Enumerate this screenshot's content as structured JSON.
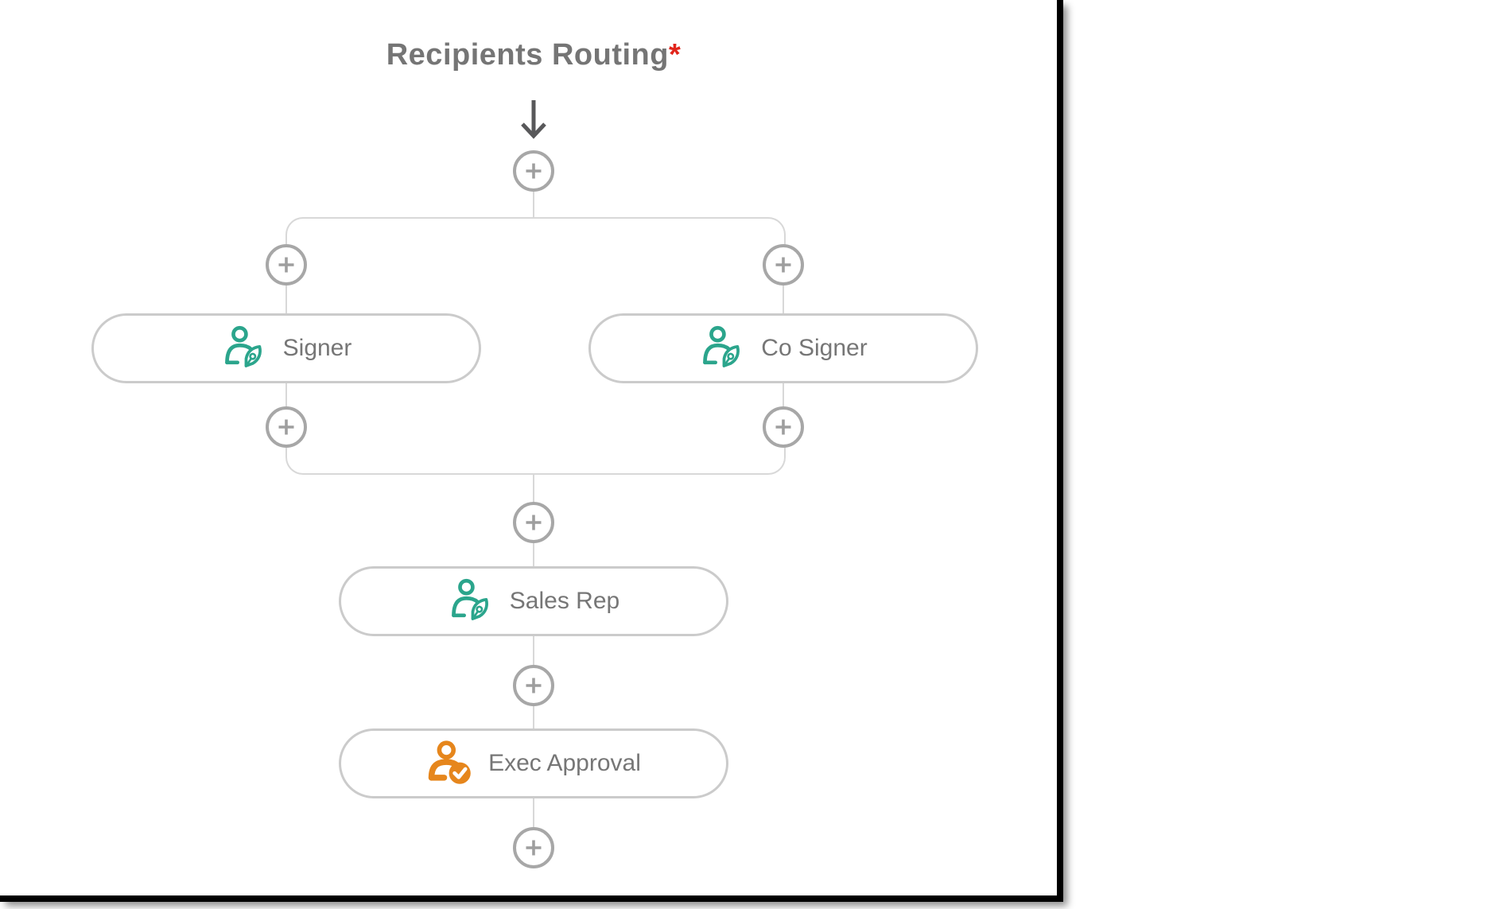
{
  "panel": {
    "title": "Recipients Routing",
    "required_marker": "*"
  },
  "flow": {
    "nodes": [
      {
        "id": "signer",
        "label": "Signer",
        "role": "signer",
        "icon": "signer-pen-icon",
        "icon_color": "#2BA58C"
      },
      {
        "id": "co-signer",
        "label": "Co Signer",
        "role": "signer",
        "icon": "signer-pen-icon",
        "icon_color": "#2BA58C"
      },
      {
        "id": "sales-rep",
        "label": "Sales Rep",
        "role": "signer",
        "icon": "signer-pen-icon",
        "icon_color": "#2BA58C"
      },
      {
        "id": "exec-approval",
        "label": "Exec Approval",
        "role": "approver",
        "icon": "approver-check-icon",
        "icon_color": "#E6861C"
      }
    ],
    "add_button_count": 8,
    "icons": {
      "add": "plus-icon",
      "entry": "arrow-down-icon"
    }
  },
  "colors": {
    "signer_icon": "#2BA58C",
    "approver_icon": "#E6861C",
    "title_text": "#757575",
    "required_marker": "#E1251B",
    "node_border": "#CBCBCB",
    "node_text": "#767676",
    "connector": "#D8D8D8",
    "plus_circle": "#A7A7A7",
    "plus_glyph": "#9E9E9E",
    "arrow": "#58585A",
    "panel_edge": "#000000"
  }
}
